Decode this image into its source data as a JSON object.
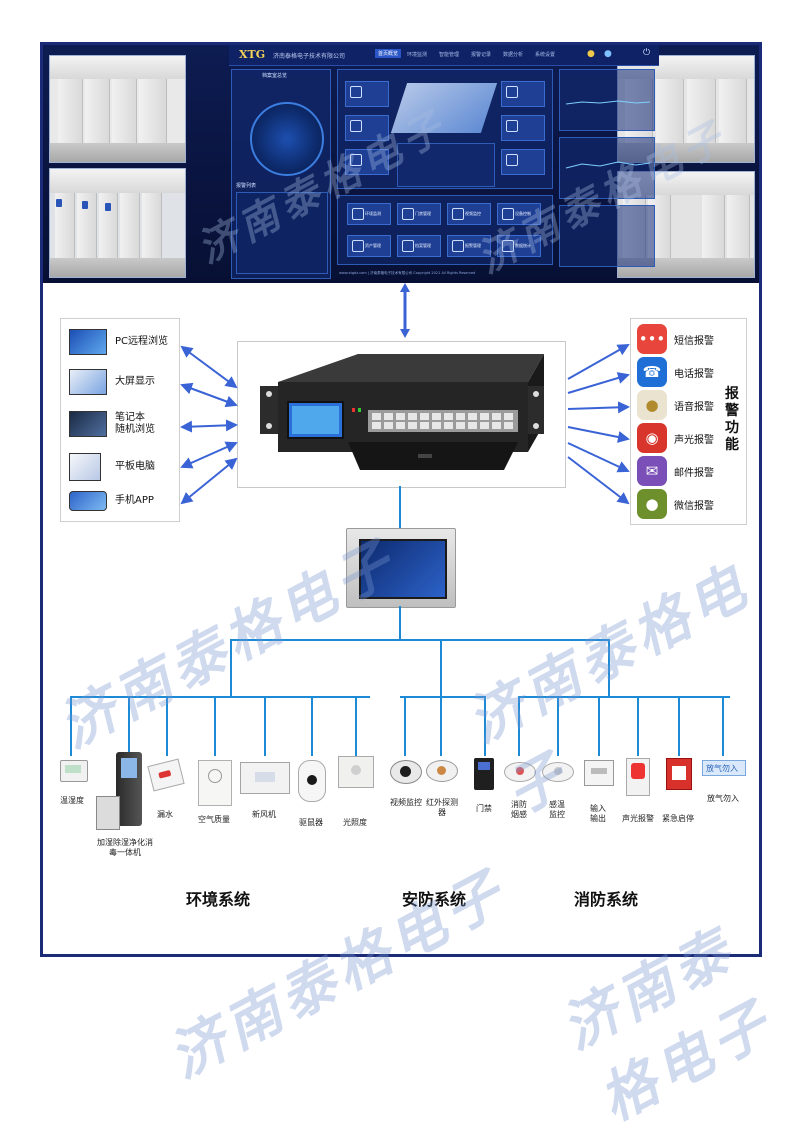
{
  "dashboard": {
    "logo": "XTG",
    "company": "济南泰格电子技术有限公司",
    "tabs": [
      "首页概览",
      "环境监测",
      "智能管理",
      "报警记录",
      "数据分析",
      "系统设置"
    ],
    "left_panel_title": "档案室总览",
    "left_list_title": "报警列表",
    "footer": "www.xtgdz.com | 济南泰格电子技术有限公司 Copyright 2021 All Rights Reserved",
    "modules": [
      "环境监测",
      "门禁管理",
      "视频监控",
      "设备控制",
      "资产管理",
      "档案管理",
      "报警管理",
      "数据统计"
    ]
  },
  "clients": [
    {
      "label": "PC远程浏览",
      "icon": "monitor-icon"
    },
    {
      "label": "大屏显示",
      "icon": "large-screen-icon"
    },
    {
      "label": "笔记本\n随机浏览",
      "icon": "laptop-icon"
    },
    {
      "label": "平板电脑",
      "icon": "tablet-icon"
    },
    {
      "label": "手机APP",
      "icon": "phone-icon"
    }
  ],
  "alarms": {
    "title": "报警功能",
    "items": [
      {
        "label": "短信报警",
        "icon": "sms-icon",
        "color": "#e8453c"
      },
      {
        "label": "电话报警",
        "icon": "phone-call-icon",
        "color": "#1f6fd6"
      },
      {
        "label": "语音报警",
        "icon": "microphone-icon",
        "color": "#e9e3cf"
      },
      {
        "label": "声光报警",
        "icon": "siren-icon",
        "color": "#d8362d"
      },
      {
        "label": "邮件报警",
        "icon": "mail-icon",
        "color": "#7a4fb8"
      },
      {
        "label": "微信报警",
        "icon": "wechat-icon",
        "color": "#6d8f2c"
      }
    ]
  },
  "sensors": [
    {
      "label": "温湿度",
      "icon": "thermo-hygrometer-icon"
    },
    {
      "label": "加湿除湿净化消\n毒一体机",
      "icon": "purifier-icon"
    },
    {
      "label": "漏水",
      "icon": "leak-sensor-icon"
    },
    {
      "label": "空气质量",
      "icon": "air-quality-icon"
    },
    {
      "label": "新风机",
      "icon": "fresh-air-icon"
    },
    {
      "label": "驱鼠器",
      "icon": "rodent-repeller-icon"
    },
    {
      "label": "光照度",
      "icon": "light-sensor-icon"
    },
    {
      "label": "视频监控",
      "icon": "camera-icon"
    },
    {
      "label": "红外探测\n器",
      "icon": "infrared-detector-icon"
    },
    {
      "label": "门禁",
      "icon": "access-control-icon"
    },
    {
      "label": "消防\n烟感",
      "icon": "smoke-detector-icon"
    },
    {
      "label": "感温\n监控",
      "icon": "heat-detector-icon"
    },
    {
      "label": "输入\n输出",
      "icon": "io-module-icon"
    },
    {
      "label": "声光报警",
      "icon": "strobe-alarm-icon"
    },
    {
      "label": "紧急启停",
      "icon": "emergency-button-icon"
    },
    {
      "label": "放气勿入",
      "icon": "gas-sign-icon"
    }
  ],
  "gas_sign_text": "放气勿入",
  "systems": [
    "环境系统",
    "安防系统",
    "消防系统"
  ],
  "watermark": "济南泰格电子"
}
